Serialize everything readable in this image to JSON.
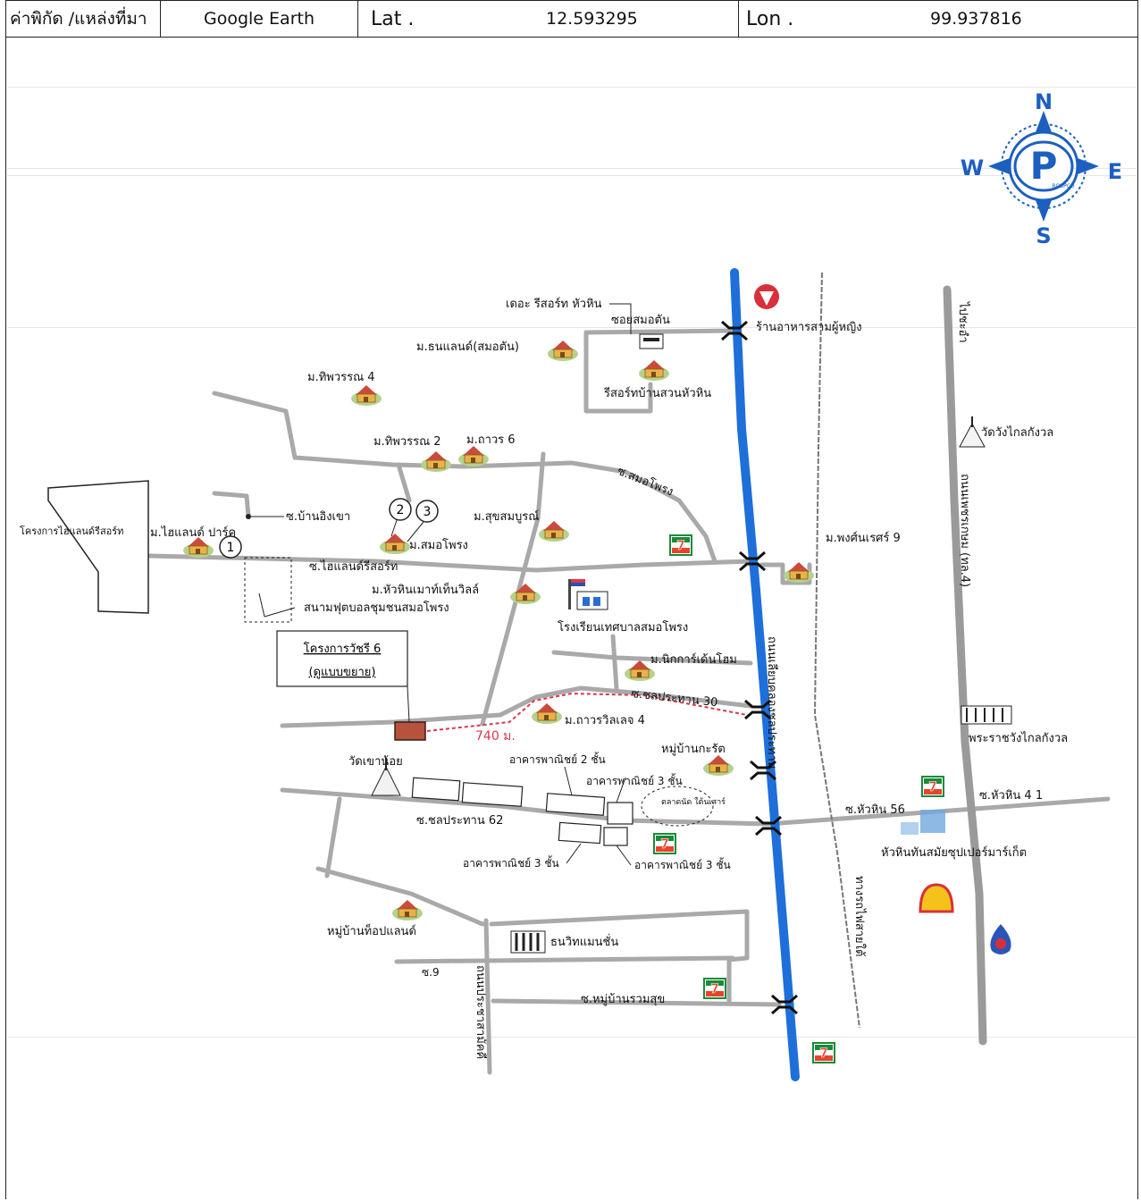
{
  "header": {
    "coord_label": "ค่าพิกัด /แหล่งที่มา",
    "source": "Google Earth",
    "lat_label": "Lat .",
    "lat_value": "12.593295",
    "lon_label": "Lon .",
    "lon_value": "99.937816"
  },
  "compass": {
    "north": "N",
    "south": "S",
    "east": "E",
    "west": "W",
    "logo_text": "P",
    "logo_caption": "ROSPCO",
    "color": "#1d5fbf"
  },
  "colors": {
    "canal": "#1e6fd9",
    "road": "#a9a9a9",
    "project": "#b5533c",
    "distance": "#d83a4a",
    "seven_eleven": "#1a8a3a",
    "house": "#e0a53a"
  },
  "project": {
    "name": "โครงการวัชรี 6",
    "subtitle": "(ดูแบบขยาย)",
    "distance": "740 ม."
  },
  "labels": {
    "resort_thewoods": "เดอะ รีสอร์ท หัวหิน",
    "soi_samorton": "ซอยสมอตัน",
    "restaurant": "ร้านอาหารสามผู้หญิง",
    "moo_thanaland": "ม.ธนแลนด์(สมอตัน)",
    "resort_bansuan": "รีสอร์ทบ้านสวนหัวหิน",
    "moo_tipwan4": "ม.ทิพวรรณ 4",
    "moo_tipwan2": "ม.ทิพวรรณ 2",
    "moo_thawon6": "ม.ถาวร 6",
    "to_cha_am": "ไปชะอำ",
    "wat_wangklai": "วัดวังไกลกังวล",
    "soi_samorphrong": "ซ.สมอโพรง",
    "soi_baning": "ซ.บ้านอิงเขา",
    "moo_suksombun": "ม.สุขสมบูรณ์",
    "highland_project": "โครงการไฮแลนด์รีสอร์ท",
    "moo_highland_park": "ม.ไฮแลนด์ ปาร์ค",
    "moo_samorphrong": "ม.สมอโพรง",
    "moo_phongsinet": "ม.พงศ์นเรศร์ 9",
    "phetkasem_road": "ถนนเพชรเกษม (ทล.4)",
    "soi_highland": "ซ.ไฮแลนด์รีสอร์ท",
    "moo_huahin_mountain": "ม.หัวหินเมาท์เท็นวิลล์",
    "football_field": "สนามฟุตบอลชุมชนสมอโพรง",
    "school": "โรงเรียนเทศบาลสมอโพรง",
    "moo_nikka": "ม.นิกการ์เด้นโฮม",
    "canal_road": "ถนนเลียบคลองชลประทาน",
    "soi_chonlaprathan30": "ซ.ชลประทาน 30",
    "moo_thawon_ville4": "ม.ถาวรวิลเลจ 4",
    "palace": "พระราชวังไกลกังวล",
    "moo_krat": "หมู่บ้านกะรัต",
    "wat_khaonoi": "วัดเขาน้อย",
    "commercial_2": "อาคารพาณิชย์ 2 ชั้น",
    "commercial_3a": "อาคารพาณิชย์ 3 ชั้น",
    "market": "ตลาดนัด ใต้นเสาร์",
    "soi_huahin56": "ซ.หัวหิน 56",
    "soi_huahin41": "ซ.หัวหิน 4 1",
    "soi_chonlaprathan62": "ซ.ชลประทาน 62",
    "supermarket": "หัวหินทันสมัยซุปเปอร์มาร์เก็ต",
    "commercial_3b": "อาคารพาณิชย์ 3 ชั้น",
    "commercial_3c": "อาคารพาณิชย์ 3 ชั้น",
    "railway": "ทางรถไฟสายใต้",
    "moo_topland": "หมู่บ้านท็อปแลนด์",
    "thanawit": "ธนวิทแมนชั่น",
    "soi9": "ซ.9",
    "prachasamakkhi_road": "ถนนประชาสามัคคี",
    "soi_ruamsuk": "ซ.หมู่บ้านรวมสุข"
  },
  "markers": {
    "one": "1",
    "two": "2",
    "three": "3"
  }
}
